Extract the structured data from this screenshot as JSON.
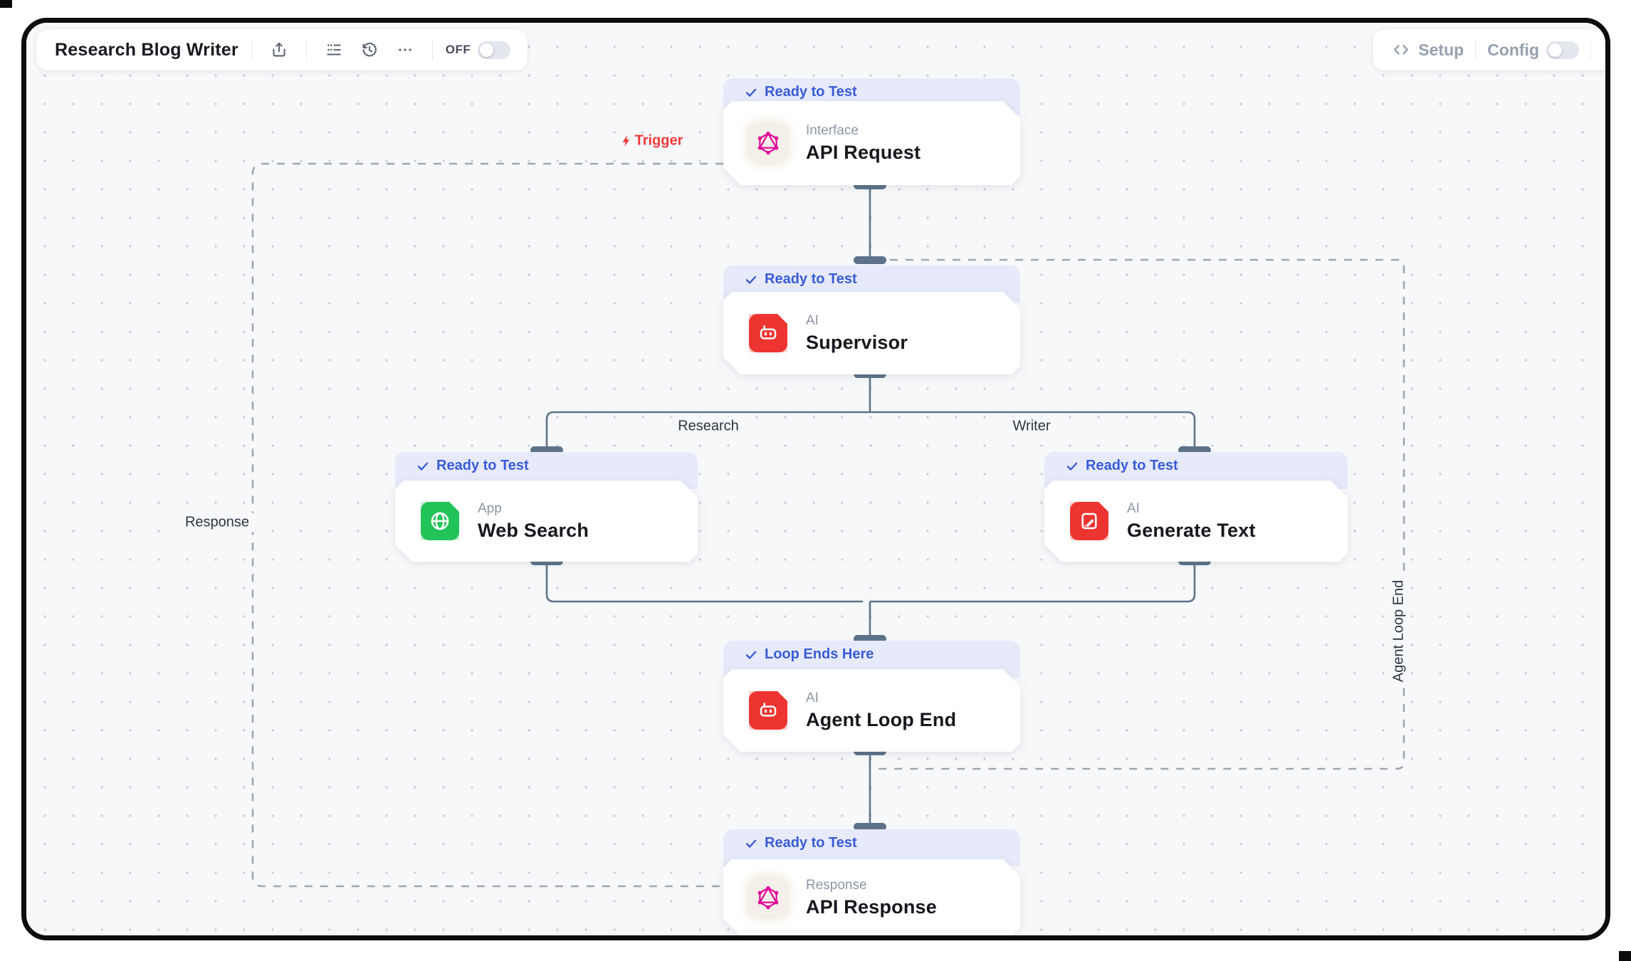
{
  "header": {
    "title": "Research Blog Writer",
    "toolbar": {
      "share_icon": "share-export",
      "list_icon": "run-list",
      "history_icon": "version-history",
      "more_icon": "ellipsis",
      "off_label": "OFF",
      "off_toggle_state": "off"
    },
    "right": {
      "setup_label": "Setup",
      "setup_icon": "code-brackets",
      "config_label": "Config",
      "config_toggle_state": "off"
    }
  },
  "canvas": {
    "trigger_label": "Trigger",
    "edge_labels": {
      "research": "Research",
      "writer": "Writer",
      "response": "Response",
      "agent_loop_end": "Agent Loop End"
    },
    "nodes": {
      "api_request": {
        "badge": "Ready to Test",
        "type": "Interface",
        "title": "API Request",
        "icon": "graphql-icon"
      },
      "supervisor": {
        "badge": "Ready to Test",
        "type": "AI",
        "title": "Supervisor",
        "icon": "robot-icon"
      },
      "web_search": {
        "badge": "Ready to Test",
        "type": "App",
        "title": "Web Search",
        "icon": "globe-icon"
      },
      "generate_text": {
        "badge": "Ready to Test",
        "type": "AI",
        "title": "Generate Text",
        "icon": "note-pencil-icon"
      },
      "agent_loop_end": {
        "badge": "Loop Ends Here",
        "type": "AI",
        "title": "Agent Loop End",
        "icon": "robot-icon"
      },
      "api_response": {
        "badge": "Ready to Test",
        "type": "Response",
        "title": "API Response",
        "icon": "graphql-icon"
      }
    }
  },
  "colors": {
    "badge_bg": "#e6eafa",
    "badge_text": "#3a5bd9",
    "node_red": "#ee3430",
    "node_green": "#22c358",
    "graphql_pink": "#e10098",
    "edge_slate": "#5d7389",
    "dashed_gray": "#a0a6b0",
    "trigger_red": "#f23a3a",
    "canvas_bg": "#f7f8fa"
  }
}
